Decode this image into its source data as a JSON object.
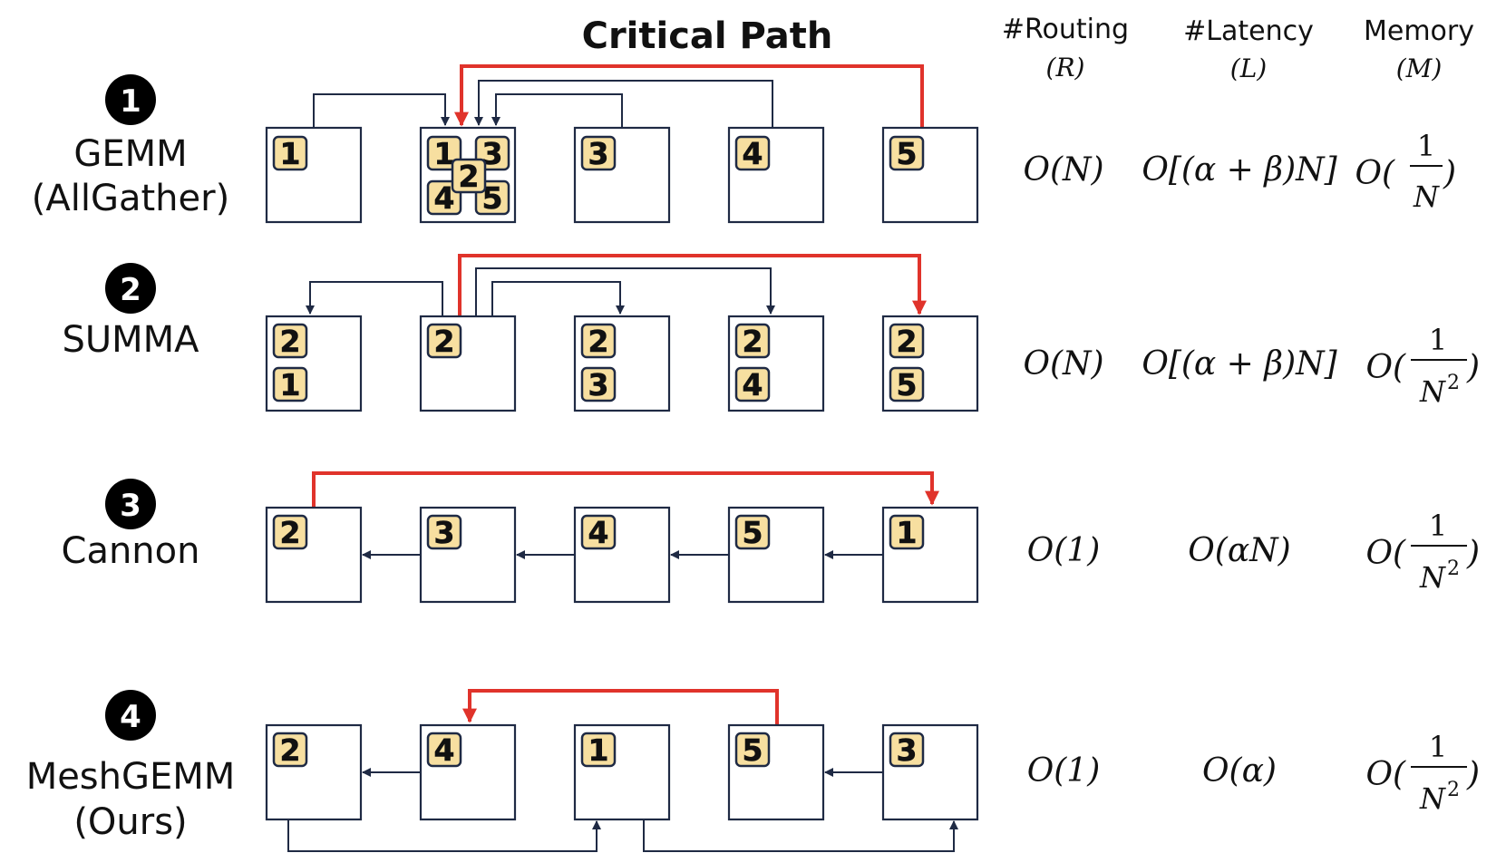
{
  "title": "Critical Path",
  "columns": [
    {
      "name": "#Routing",
      "sub": "(R)"
    },
    {
      "name": "#Latency",
      "sub": "(L)"
    },
    {
      "name": "Memory",
      "sub": "(M)"
    }
  ],
  "rows": [
    {
      "num": "1",
      "label1": "GEMM",
      "label2": "(AllGather)",
      "routing": "O(N)",
      "latency": "O[(α + β)N]",
      "memory": {
        "prefix": "O(",
        "numer": "1",
        "denom": "N",
        "exp": "",
        "suffix": ")"
      }
    },
    {
      "num": "2",
      "label1": "SUMMA",
      "label2": "",
      "routing": "O(N)",
      "latency": "O[(α + β)N]",
      "memory": {
        "prefix": "O(",
        "numer": "1",
        "denom": "N",
        "exp": "2",
        "suffix": ")"
      }
    },
    {
      "num": "3",
      "label1": "Cannon",
      "label2": "",
      "routing": "O(1)",
      "latency": "O(αN)",
      "memory": {
        "prefix": "O(",
        "numer": "1",
        "denom": "N",
        "exp": "2",
        "suffix": ")"
      }
    },
    {
      "num": "4",
      "label1": "MeshGEMM",
      "label2": "(Ours)",
      "routing": "O(1)",
      "latency": "O(α)",
      "memory": {
        "prefix": "O(",
        "numer": "1",
        "denom": "N",
        "exp": "2",
        "suffix": ")"
      }
    }
  ],
  "tiles": {
    "r1": [
      "1",
      "1",
      "3",
      "2",
      "4",
      "5",
      "3",
      "4",
      "5"
    ],
    "r2": [
      "2",
      "1",
      "2",
      "2",
      "3",
      "2",
      "4",
      "2",
      "5"
    ],
    "r3": [
      "2",
      "3",
      "4",
      "5",
      "1"
    ],
    "r4": [
      "2",
      "4",
      "1",
      "5",
      "3"
    ]
  },
  "colors": {
    "critical": "#e0332b",
    "arrow": "#1f2a44",
    "tile": "#f7dfa0",
    "badge": "#000000"
  }
}
